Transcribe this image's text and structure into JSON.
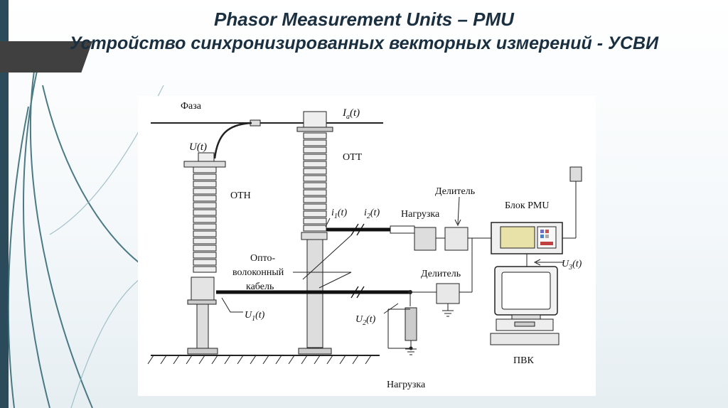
{
  "slide": {
    "title": "Phasor Measurement Units – PMU",
    "subtitle": "Устройство синхронизированных векторных измерений - УСВИ"
  },
  "diagram": {
    "phase": "Фаза",
    "ia": "I",
    "ia_sub": "a",
    "ia_arg": "(t)",
    "ut": "U(t)",
    "ott": "ОТТ",
    "otn": "ОТН",
    "i1": "i",
    "i1_sub": "1",
    "i1_arg": "(t)",
    "i2": "i",
    "i2_sub": "2",
    "i2_arg": "(t)",
    "load_top": "Нагрузка",
    "divider_top": "Делитель",
    "pmu_block": "Блок PMU",
    "fiber_1": "Опто-",
    "fiber_2": "волоконный",
    "fiber_3": "кабель",
    "u3": "U",
    "u3_sub": "3",
    "u3_arg": "(t)",
    "divider_bottom": "Делитель",
    "u1": "U",
    "u1_sub": "1",
    "u1_arg": "(t)",
    "u2": "U",
    "u2_sub": "2",
    "u2_arg": "(t)",
    "pvk": "ПВК",
    "load_bottom": "Нагрузка"
  }
}
